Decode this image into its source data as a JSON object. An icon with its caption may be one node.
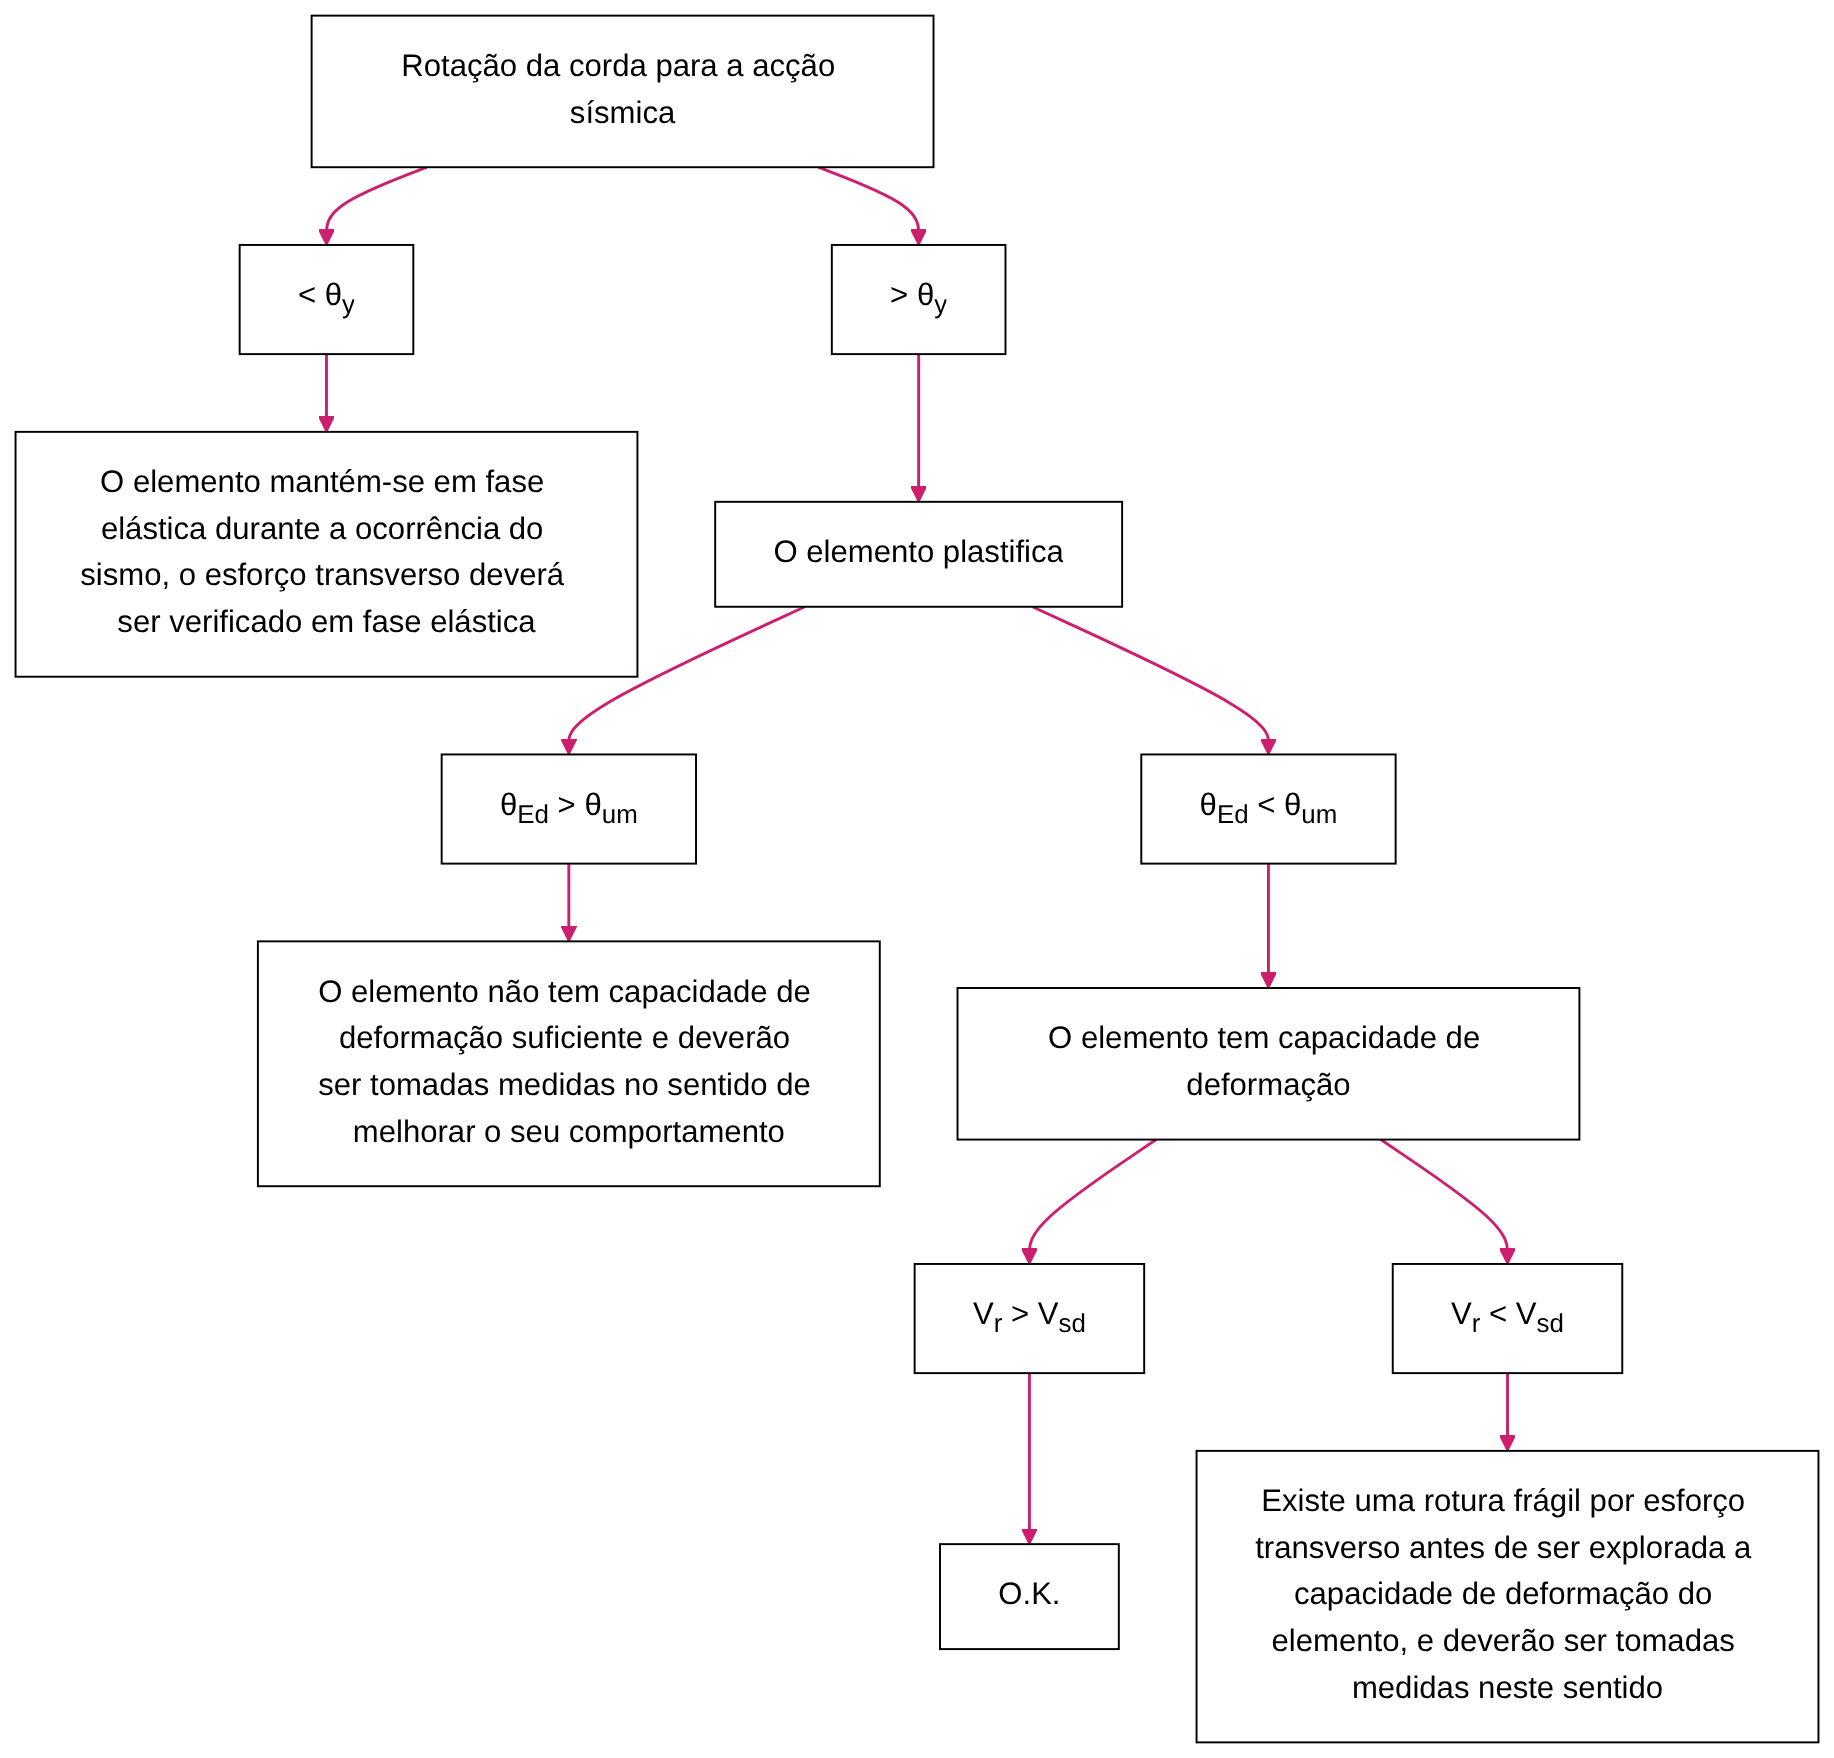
{
  "diagram": {
    "nodes": [
      {
        "text": [
          "Rotação da corda para a acção sísmica"
        ]
      },
      {
        "text": [
          "> θ$_{y}$"
        ]
      },
      {
        "text": [
          "< θ$_{y}$"
        ]
      },
      {
        "text": [
          "O elemento mantém-se em fase elástica durante a ocorrência do sismo, o esforço transverso deverá ser verificado em fase elástica"
        ]
      },
      {
        "text": [
          "O elemento plastifica"
        ]
      },
      {
        "text": [
          "θ$_{Ed}$ < θ$_{um}$"
        ]
      },
      {
        "text": [
          "θ$_{Ed}$  > θ$_{um}$"
        ]
      },
      {
        "text": [
          "O elemento não tem capacidade de deformação suficiente e deverão ser tomadas medidas no sentido de melhorar o seu comportamento"
        ]
      },
      {
        "text": [
          "O elemento tem capacidade de deformação"
        ]
      },
      {
        "text": [
          "V$_{r}$ > V$_{sd}$"
        ]
      },
      {
        "text": [
          "V$_{r}$ < V$_{sd}$"
        ]
      },
      {
        "text": [
          "O.K."
        ]
      },
      {
        "text": [
          "Existe uma rotura frágil por esforço transverso antes de ser explorada a capacidade de deformação do elemento, e deverão ser tomadas medidas neste sentido"
        ]
      }
    ],
    "edges": [
      {
        "from": 0,
        "to": 1,
        "arrow": "to"
      },
      {
        "from": 0,
        "to": 2,
        "arrow": "to"
      },
      {
        "from": 2,
        "to": 3,
        "arrow": "to"
      },
      {
        "from": 1,
        "to": 4,
        "arrow": "to"
      },
      {
        "from": 4,
        "to": 5,
        "arrow": "to"
      },
      {
        "from": 4,
        "to": 6,
        "arrow": "to"
      },
      {
        "from": 6,
        "to": 7,
        "arrow": "to"
      },
      {
        "from": 5,
        "to": 8,
        "arrow": "to"
      },
      {
        "from": 8,
        "to": 9,
        "arrow": "to"
      },
      {
        "from": 8,
        "to": 10,
        "arrow": "to"
      },
      {
        "from": 9,
        "to": 11,
        "arrow": "to"
      },
      {
        "from": 10,
        "to": 12,
        "arrow": "to"
      }
    ]
  }
}
